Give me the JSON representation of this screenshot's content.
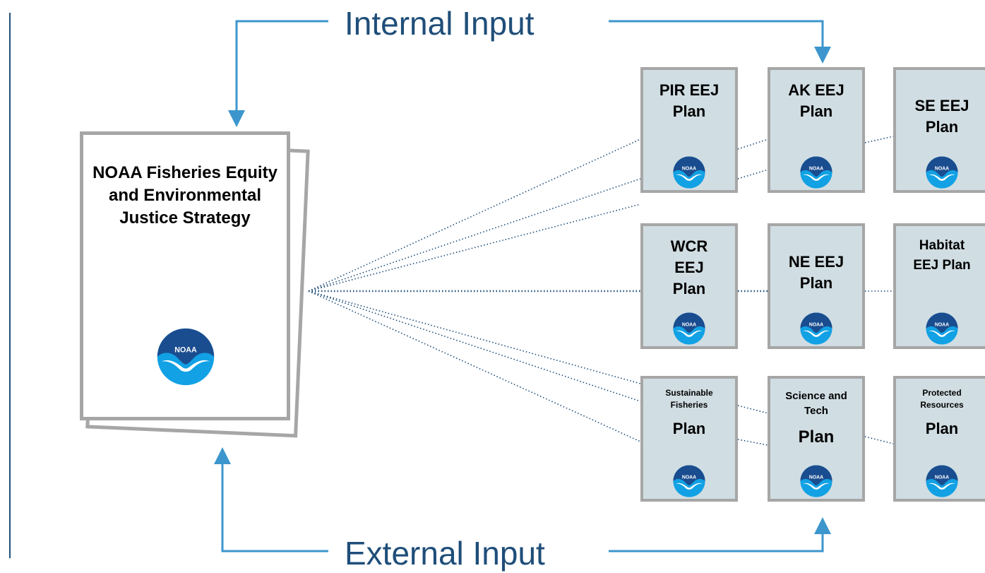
{
  "labels": {
    "internal_input": "Internal Input",
    "external_input": "External Input"
  },
  "strategy": {
    "title": "NOAA Fisheries Equity and Environmental Justice Strategy",
    "logo_text": "NOAA"
  },
  "plans": [
    {
      "id": "pir",
      "title": "PIR EEJ Plan"
    },
    {
      "id": "ak",
      "title": "AK EEJ Plan"
    },
    {
      "id": "se",
      "title": "SE EEJ Plan"
    },
    {
      "id": "wcr",
      "title": "WCR EEJ Plan"
    },
    {
      "id": "ne",
      "title": "NE EEJ Plan"
    },
    {
      "id": "habitat",
      "title": "Habitat EEJ Plan"
    },
    {
      "id": "sf",
      "subtitle": "Sustainable Fisheries",
      "title": "Plan"
    },
    {
      "id": "st",
      "subtitle": "Science and Tech",
      "title": "Plan"
    },
    {
      "id": "pr",
      "subtitle": "Protected Resources",
      "title": "Plan"
    }
  ],
  "logo_text": "NOAA",
  "colors": {
    "arrow": "#3c96cd",
    "label_text": "#1f4e79",
    "dotted_line": "#1f4e79",
    "plan_fill": "#d0dde2",
    "border": "#a6a6a6",
    "noaa_dark": "#1a4d8f",
    "noaa_light": "#11a1e4"
  }
}
